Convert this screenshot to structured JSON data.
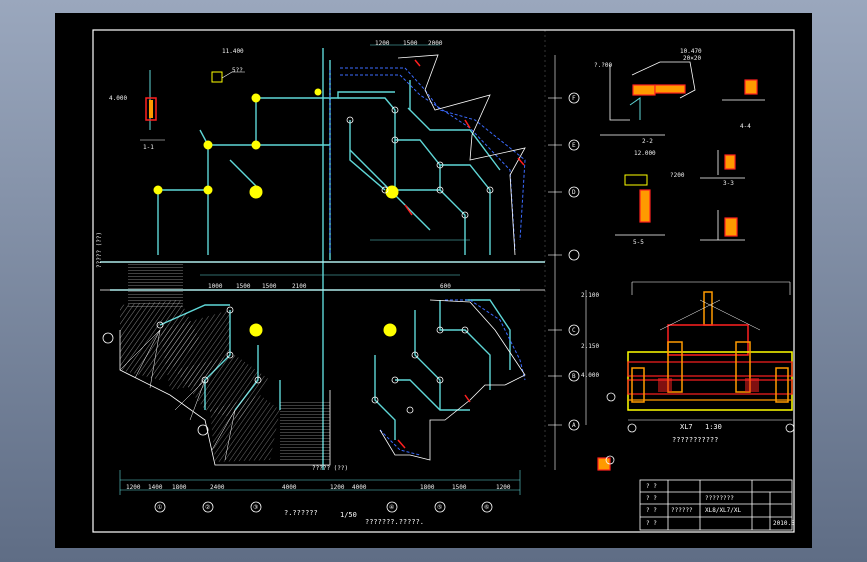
{
  "colors": {
    "outer_bg_top": "#9aa7bd",
    "outer_bg_bottom": "#5f6d85",
    "sheet": "#000000",
    "frame": "#ffffff",
    "beam": "#5fd7d7",
    "dashed": "#3b6bff",
    "node": "#ffff00",
    "red": "#ff2020",
    "orange": "#ff9a00",
    "white": "#ffffff"
  },
  "plan": {
    "title_block_label": "?.??????",
    "plan_scale": "1/50",
    "bottom_note": "???????.?????.",
    "center_label": "????? (??)",
    "left_label": "????? (??)",
    "elevations": [
      "2.100",
      "2.150",
      "4.000",
      "4.000",
      "?.?00"
    ],
    "axis_bottom": [
      "①",
      "②",
      "③",
      "④",
      "⑤",
      "⑥"
    ],
    "axis_right": [
      "F",
      "E",
      "D",
      "C",
      "B",
      "A"
    ],
    "dims_top": [
      "1200",
      "1500",
      "2000"
    ],
    "dims_row": [
      "1000",
      "1500",
      "1500",
      "2100",
      "600"
    ],
    "dims_bottom": [
      "1200",
      "1400",
      "1800",
      "2400",
      "4000",
      "1200",
      "4000",
      "1800",
      "1500",
      "1200"
    ]
  },
  "details": {
    "section_labels": [
      "1-1",
      "2-2",
      "3-3",
      "4-4",
      "5-5"
    ],
    "xl7_title": "XL7",
    "xl7_scale": "1:30",
    "xl7_caption": "???????????",
    "small_marks": [
      "11.400",
      "12.000",
      "10.470",
      "5??",
      "?200",
      "20×20"
    ]
  },
  "title_block": {
    "row1": [
      "? ?",
      "? ?",
      "? ?",
      "? ?"
    ],
    "project_name": "????????",
    "drawing_no": "XL8/XL7/XL",
    "stamp": "??????",
    "date": "2010.5"
  }
}
